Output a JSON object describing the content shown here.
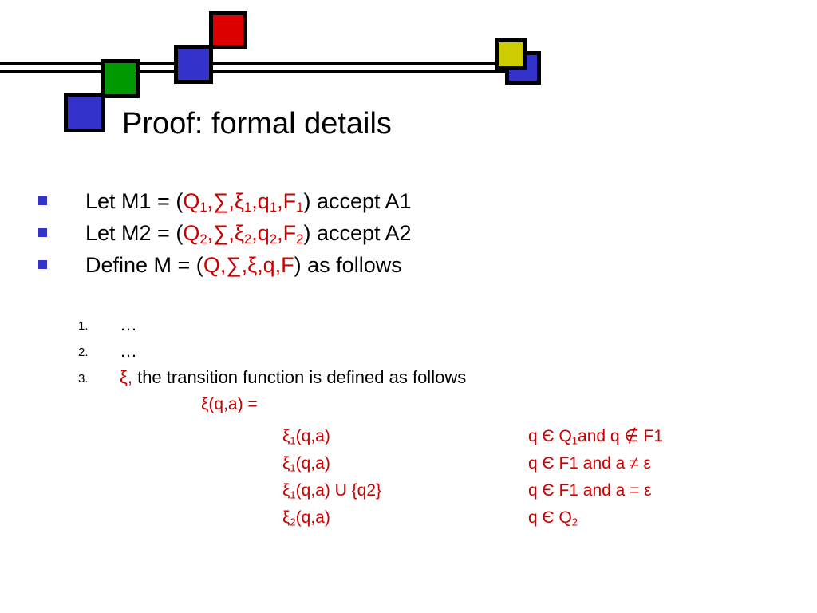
{
  "decoration": {
    "colors": {
      "red": "#dd0000",
      "blue": "#3333cc",
      "green": "#009900",
      "yellow": "#cccc00",
      "line": "#000000"
    }
  },
  "title": "Proof: formal details",
  "bullets": [
    {
      "pre": "Let M1 = (",
      "math": [
        "Q",
        "1",
        ",∑,ξ",
        "1",
        ",q",
        "1",
        ",F",
        "1"
      ],
      "post": ") accept A1"
    },
    {
      "pre": "Let M2 = (",
      "math": [
        "Q",
        "2",
        ",∑,ξ",
        "2",
        ",q",
        "2",
        ",F",
        "2"
      ],
      "post": ") accept A2"
    },
    {
      "pre": "Define M = (",
      "math_plain": "Q,∑,ξ,q,F",
      "post": ") as follows"
    }
  ],
  "numbered": [
    {
      "label": "1.",
      "text": "…"
    },
    {
      "label": "2.",
      "text": "…"
    },
    {
      "label": "3.",
      "red": "ξ,",
      "text": " the transition function is defined as follows"
    }
  ],
  "definition": {
    "lhs": "ξ(q,a) =",
    "cases": [
      {
        "l_base": "ξ",
        "l_sub": "1",
        "l_rest": "(q,a)",
        "r_pre": "q Є Q",
        "r_sub": "1",
        "r_post": "and q ∉ F1"
      },
      {
        "l_base": "ξ",
        "l_sub": "1",
        "l_rest": "(q,a)",
        "r_pre": "q Є F1 and a ≠ ε",
        "r_sub": "",
        "r_post": ""
      },
      {
        "l_base": "ξ",
        "l_sub": "1",
        "l_rest": "(q,a)  U {q2}",
        "r_pre": "q Є F1 and a = ε",
        "r_sub": "",
        "r_post": ""
      },
      {
        "l_base": "ξ",
        "l_sub": "2",
        "l_rest": "(q,a)",
        "r_pre": "q Є Q",
        "r_sub": "2",
        "r_post": ""
      }
    ]
  }
}
